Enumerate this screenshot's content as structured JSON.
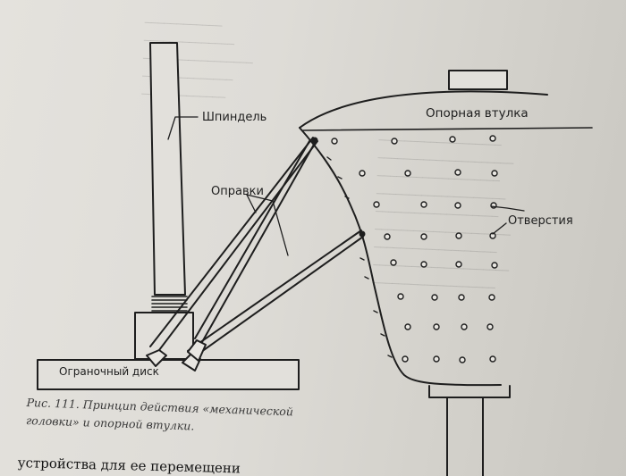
{
  "labels": {
    "spindle": "Шпиндель",
    "mandrels": "Оправки",
    "support_sleeve": "Опорная втулка",
    "holes": "Отверстия",
    "limit_disk": "Ограночный диск"
  },
  "caption": "Рис. 111. Принцип действия «механической головки» и опорной втулки.",
  "body_text": "устройства для ее перемещени",
  "colors": {
    "paper": "#dedcd7",
    "ink": "#1e1e1e",
    "caption_ink": "#3a3a3a"
  }
}
